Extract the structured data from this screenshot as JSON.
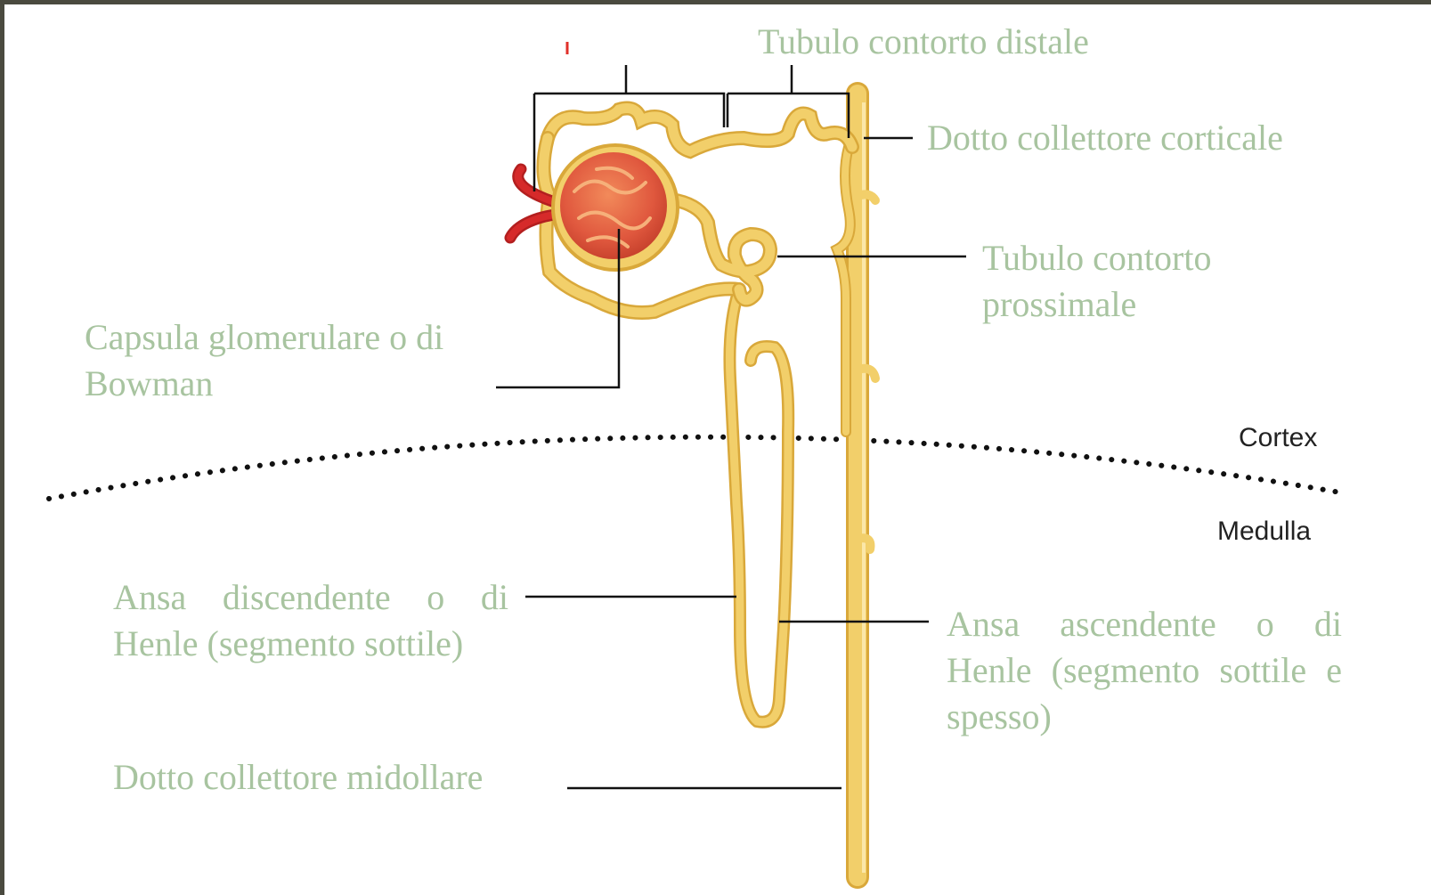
{
  "colors": {
    "label": "#a8c4a0",
    "tubule": "#f2cf6a",
    "tubule_edge": "#d9a83a",
    "glomerulus": "#e0583e",
    "vessel": "#d62a2a",
    "leader": "#111111",
    "frame": "#4a4a3f"
  },
  "labels": {
    "distal": "Tubulo contorto distale",
    "cortical_duct": "Dotto collettore corticale",
    "proximal_line1": "Tubulo contorto",
    "proximal_line2": "prossimale",
    "bowman_line1": "Capsula glomerulare o di",
    "bowman_line2": "Bowman",
    "descending": "Ansa discendente o di Henle (segmento sottile)",
    "ascending": "Ansa ascendente o di Henle (segmento sottile e spesso)",
    "medullary_duct": "Dotto collettore midollare"
  },
  "zones": {
    "cortex": "Cortex",
    "medulla": "Medulla"
  }
}
